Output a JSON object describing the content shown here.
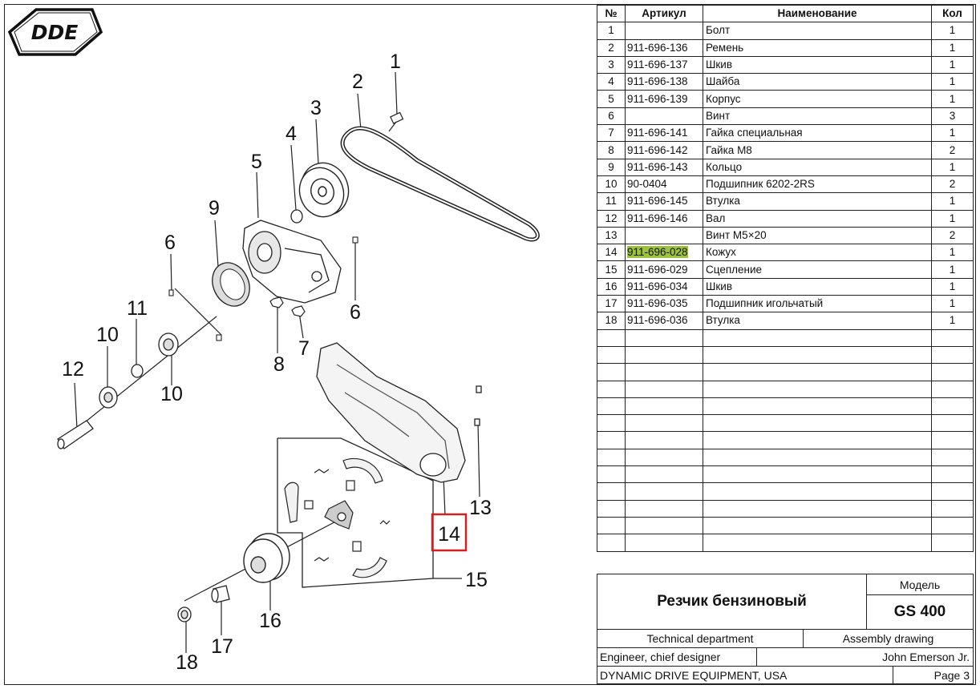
{
  "brand": "DDE",
  "table": {
    "headers": {
      "no": "№",
      "article": "Артикул",
      "name": "Наименование",
      "qty": "Кол"
    },
    "rows": [
      {
        "no": "1",
        "article": "",
        "name": "Болт",
        "qty": "1"
      },
      {
        "no": "2",
        "article": "911-696-136",
        "name": "Ремень",
        "qty": "1"
      },
      {
        "no": "3",
        "article": "911-696-137",
        "name": "Шкив",
        "qty": "1"
      },
      {
        "no": "4",
        "article": "911-696-138",
        "name": "Шайба",
        "qty": "1"
      },
      {
        "no": "5",
        "article": "911-696-139",
        "name": "Корпус",
        "qty": "1"
      },
      {
        "no": "6",
        "article": "",
        "name": "Винт",
        "qty": "3"
      },
      {
        "no": "7",
        "article": "911-696-141",
        "name": "Гайка специальная",
        "qty": "1"
      },
      {
        "no": "8",
        "article": "911-696-142",
        "name": "Гайка М8",
        "qty": "2"
      },
      {
        "no": "9",
        "article": "911-696-143",
        "name": "Кольцо",
        "qty": "1"
      },
      {
        "no": "10",
        "article": "90-0404",
        "name": "Подшипник 6202-2RS",
        "qty": "2"
      },
      {
        "no": "11",
        "article": "911-696-145",
        "name": "Втулка",
        "qty": "1"
      },
      {
        "no": "12",
        "article": "911-696-146",
        "name": "Вал",
        "qty": "1"
      },
      {
        "no": "13",
        "article": "",
        "name": "Винт M5×20",
        "qty": "2"
      },
      {
        "no": "14",
        "article": "911-696-028",
        "name": "Кожух",
        "qty": "1",
        "highlight": true
      },
      {
        "no": "15",
        "article": "911-696-029",
        "name": "Сцепление",
        "qty": "1"
      },
      {
        "no": "16",
        "article": "911-696-034",
        "name": "Шкив",
        "qty": "1"
      },
      {
        "no": "17",
        "article": "911-696-035",
        "name": "Подшипник игольчатый",
        "qty": "1"
      },
      {
        "no": "18",
        "article": "911-696-036",
        "name": "Втулка",
        "qty": "1"
      }
    ],
    "empty_rows": 13,
    "highlight_color": "#9dc33b"
  },
  "title_block": {
    "product": "Резчик бензиновый",
    "model_label": "Модель",
    "model": "GS 400",
    "department": "Technical department",
    "doc_type": "Assembly drawing",
    "role": "Engineer, chief designer",
    "person": "John Emerson Jr.",
    "company": "DYNAMIC DRIVE EQUIPMENT, USA",
    "page": "Page 3"
  },
  "callouts": [
    "1",
    "2",
    "3",
    "4",
    "5",
    "6",
    "6",
    "7",
    "8",
    "9",
    "10",
    "10",
    "11",
    "12",
    "13",
    "14",
    "15",
    "16",
    "17",
    "18"
  ],
  "selected_callout": "14",
  "selection_color": "#d42020"
}
